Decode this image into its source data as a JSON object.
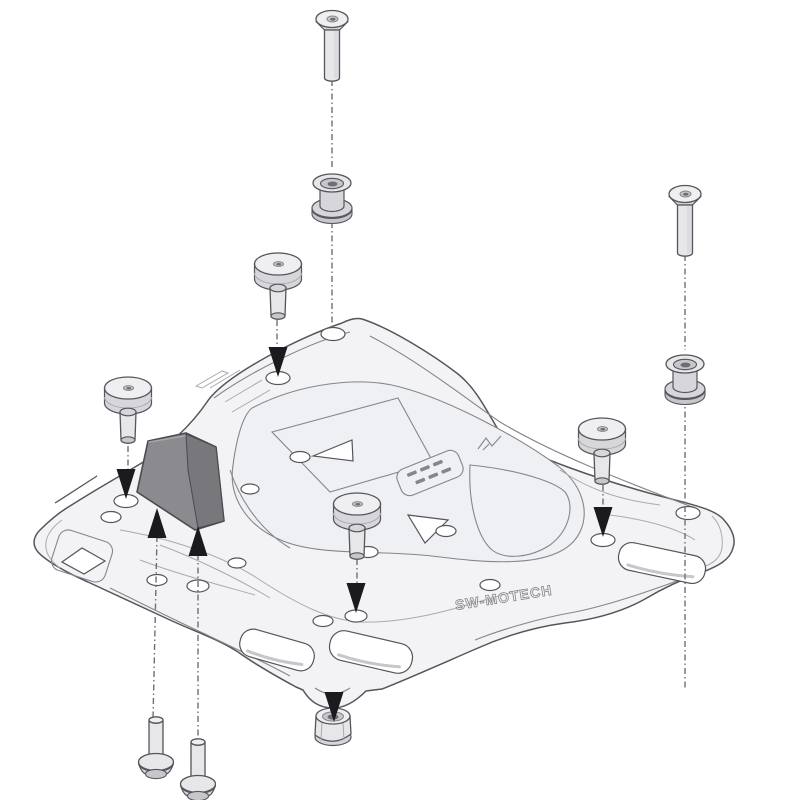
{
  "diagram": {
    "logo_text": "SW-MOTECH",
    "parts": [
      "countersunk-socket-bolt",
      "distance-spacer",
      "shoulder-bolt",
      "rubber-wedge-block",
      "pan-head-screw",
      "flange-nut",
      "adapter-plate"
    ],
    "colors": {
      "background": "#ffffff",
      "line": "#55555b",
      "line_mid": "#85858b",
      "line_light": "#aaaab0",
      "plate_fill": "#f3f3f5",
      "platform_fill": "#eef0f3",
      "hole_fill": "#ffffff",
      "part_fill": "#e7e7ea",
      "part_light": "#efeff2",
      "part_shade": "#d7d7db",
      "part_shade2": "#c6c6cb",
      "dash": "#6e6e74",
      "arrow": "#1b1b1f",
      "wedge": "#8a8a8f",
      "wedge_dark": "#77777c",
      "wedge_light": "#a5a5aa",
      "wedge_line": "#4a4a4f"
    }
  }
}
